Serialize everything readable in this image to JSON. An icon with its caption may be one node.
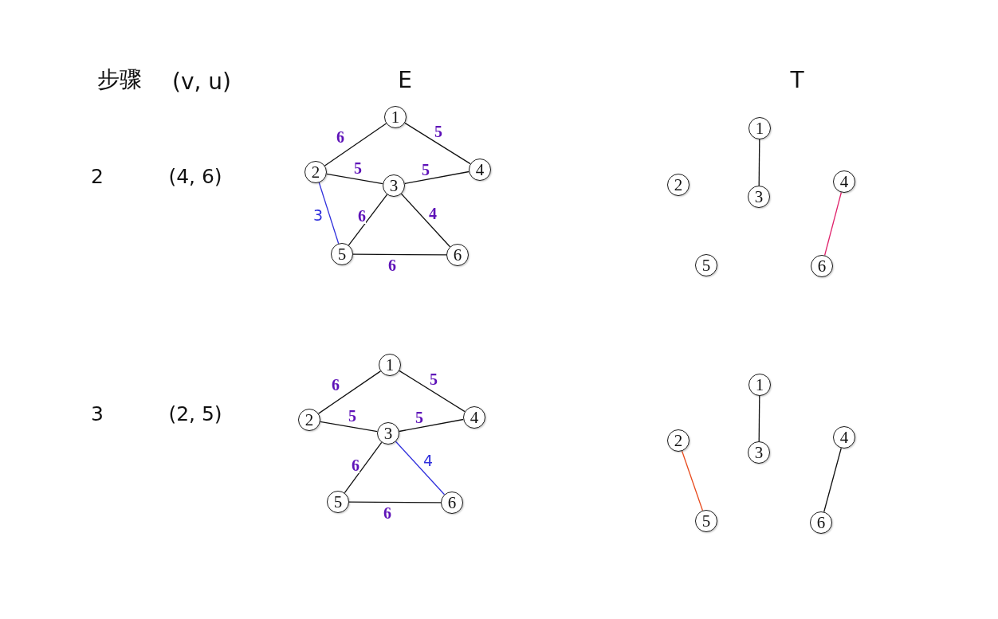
{
  "diagram": {
    "nodes": [
      {
        "text": [
          "1"
        ]
      },
      {
        "text": [
          "2"
        ]
      },
      {
        "text": [
          "3"
        ]
      },
      {
        "text": [
          "4"
        ]
      },
      {
        "text": [
          "5"
        ]
      },
      {
        "text": [
          "6"
        ]
      },
      {
        "text": [
          "1"
        ]
      },
      {
        "text": [
          "2"
        ]
      },
      {
        "text": [
          "3"
        ]
      },
      {
        "text": [
          "4"
        ]
      },
      {
        "text": [
          "5"
        ]
      },
      {
        "text": [
          "6"
        ]
      },
      {
        "text": [
          "1"
        ]
      },
      {
        "text": [
          "2"
        ]
      },
      {
        "text": [
          "3"
        ]
      },
      {
        "text": [
          "4"
        ]
      },
      {
        "text": [
          "5"
        ]
      },
      {
        "text": [
          "6"
        ]
      },
      {
        "text": [
          "1"
        ]
      },
      {
        "text": [
          "2"
        ]
      },
      {
        "text": [
          "3"
        ]
      },
      {
        "text": [
          "4"
        ]
      },
      {
        "text": [
          "5"
        ]
      },
      {
        "text": [
          "6"
        ]
      }
    ],
    "edges": [
      {
        "from": 0,
        "to": 1,
        "arrow": "none",
        "label": "6"
      },
      {
        "from": 0,
        "to": 3,
        "arrow": "none",
        "label": "5"
      },
      {
        "from": 1,
        "to": 2,
        "arrow": "none",
        "label": "5"
      },
      {
        "from": 2,
        "to": 3,
        "arrow": "none",
        "label": "5"
      },
      {
        "from": 1,
        "to": 4,
        "arrow": "none",
        "label": "3",
        "color": "#3030dc"
      },
      {
        "from": 2,
        "to": 4,
        "arrow": "none",
        "label": "6"
      },
      {
        "from": 2,
        "to": 5,
        "arrow": "none",
        "label": "4"
      },
      {
        "from": 4,
        "to": 5,
        "arrow": "none",
        "label": "6"
      },
      {
        "from": 6,
        "to": 8,
        "arrow": "none"
      },
      {
        "from": 9,
        "to": 11,
        "arrow": "none",
        "color": "#e0206a"
      },
      {
        "from": 12,
        "to": 13,
        "arrow": "none",
        "label": "6"
      },
      {
        "from": 12,
        "to": 15,
        "arrow": "none",
        "label": "5"
      },
      {
        "from": 13,
        "to": 14,
        "arrow": "none",
        "label": "5"
      },
      {
        "from": 14,
        "to": 15,
        "arrow": "none",
        "label": "5"
      },
      {
        "from": 14,
        "to": 16,
        "arrow": "none",
        "label": "6"
      },
      {
        "from": 14,
        "to": 17,
        "arrow": "none",
        "label": "4",
        "color": "#3030dc"
      },
      {
        "from": 16,
        "to": 17,
        "arrow": "none",
        "label": "6"
      },
      {
        "from": 18,
        "to": 20,
        "arrow": "none"
      },
      {
        "from": 19,
        "to": 22,
        "arrow": "none",
        "color": "#e84a1c"
      },
      {
        "from": 21,
        "to": 23,
        "arrow": "none"
      }
    ],
    "labels": [
      "步骤",
      "(v, u)",
      "E",
      "T",
      "2",
      "(4, 6)",
      "3",
      "(2, 5)"
    ]
  }
}
